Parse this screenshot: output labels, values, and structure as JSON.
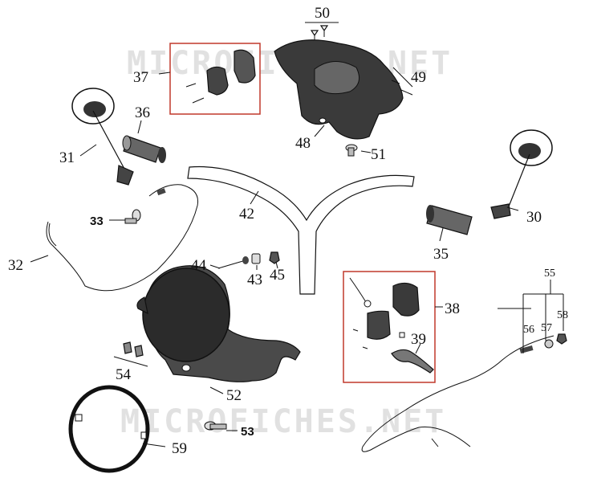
{
  "watermark": "MICROFICHES.NET",
  "accent_color": "#c0392b",
  "callouts": [
    {
      "id": "50",
      "text": "50"
    },
    {
      "id": "37",
      "text": "37"
    },
    {
      "id": "49",
      "text": "49"
    },
    {
      "id": "36",
      "text": "36"
    },
    {
      "id": "31",
      "text": "31"
    },
    {
      "id": "48",
      "text": "48"
    },
    {
      "id": "51",
      "text": "51"
    },
    {
      "id": "30",
      "text": "30"
    },
    {
      "id": "42",
      "text": "42"
    },
    {
      "id": "33",
      "text": "33"
    },
    {
      "id": "32",
      "text": "32"
    },
    {
      "id": "35",
      "text": "35"
    },
    {
      "id": "44",
      "text": "44"
    },
    {
      "id": "43",
      "text": "43"
    },
    {
      "id": "45",
      "text": "45"
    },
    {
      "id": "55",
      "text": "55"
    },
    {
      "id": "38",
      "text": "38"
    },
    {
      "id": "58",
      "text": "58"
    },
    {
      "id": "56",
      "text": "56"
    },
    {
      "id": "57",
      "text": "57"
    },
    {
      "id": "39",
      "text": "39"
    },
    {
      "id": "54",
      "text": "54"
    },
    {
      "id": "52",
      "text": "52"
    },
    {
      "id": "53",
      "text": "53"
    },
    {
      "id": "59",
      "text": "59"
    }
  ]
}
